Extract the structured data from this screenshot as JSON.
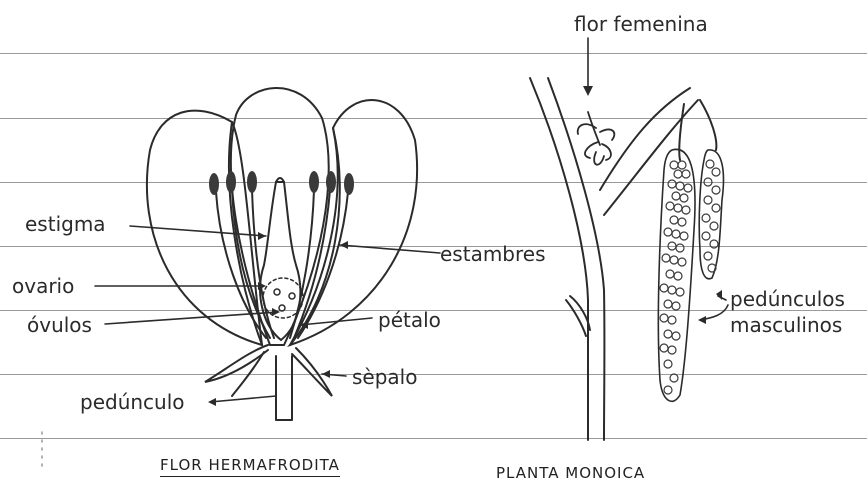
{
  "labels": {
    "flor_femenina": "flor femenina",
    "estigma": "estigma",
    "estambres": "estambres",
    "ovario": "ovario",
    "ovulos": "óvulos",
    "petalo": "pétalo",
    "sepalo": "sèpalo",
    "peduncolo": "pedúnculo",
    "pedunculos_1": "pedúnculos",
    "pedunculos_2": "masculinos"
  },
  "captions": {
    "left": "FLOR HERMAFRODITA",
    "right": "PLANTA MONOICA"
  },
  "colors": {
    "rule": "#9a9a9a",
    "ink": "#2b2b2b",
    "anther": "#3a3a3a"
  }
}
